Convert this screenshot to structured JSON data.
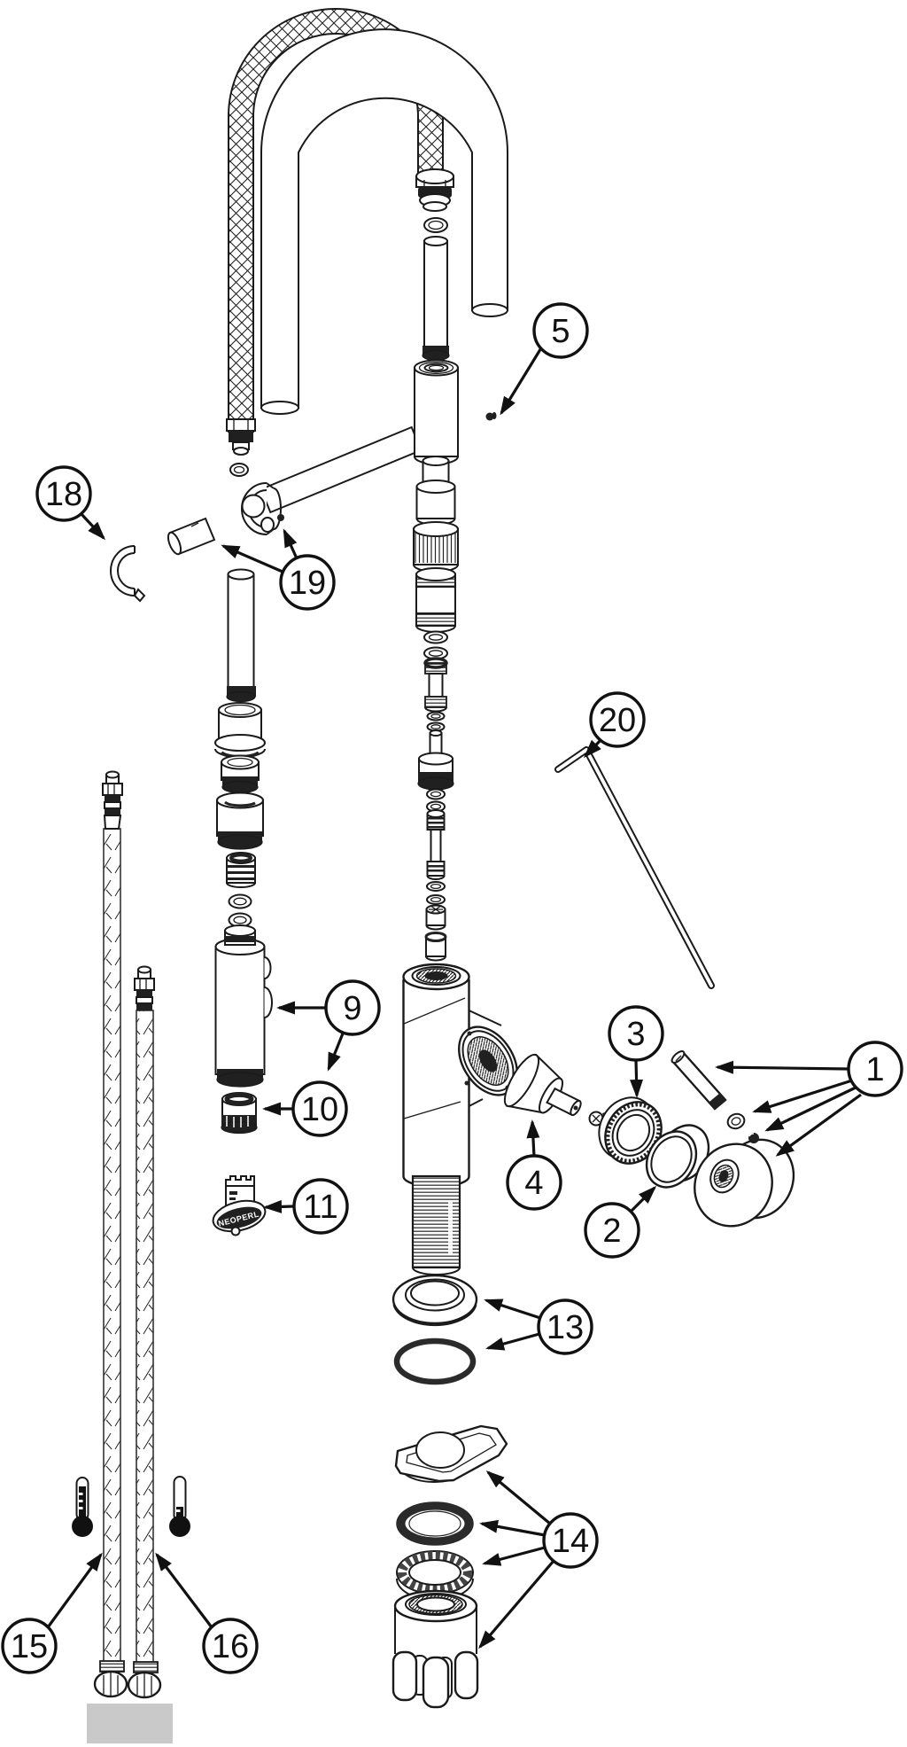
{
  "diagram": {
    "colors": {
      "paper": "#ffffff",
      "ink": "#1a1a1a",
      "pad_gray": "#c9c9c9"
    },
    "callouts": [
      {
        "label": "1"
      },
      {
        "label": "2"
      },
      {
        "label": "3"
      },
      {
        "label": "4"
      },
      {
        "label": "5"
      },
      {
        "label": "9"
      },
      {
        "label": "10"
      },
      {
        "label": "11"
      },
      {
        "label": "13"
      },
      {
        "label": "14"
      },
      {
        "label": "15"
      },
      {
        "label": "16"
      },
      {
        "label": "18"
      },
      {
        "label": "19"
      },
      {
        "label": "20"
      }
    ],
    "part_markings": {
      "aerator_key_brand": "NEOPERL"
    }
  }
}
